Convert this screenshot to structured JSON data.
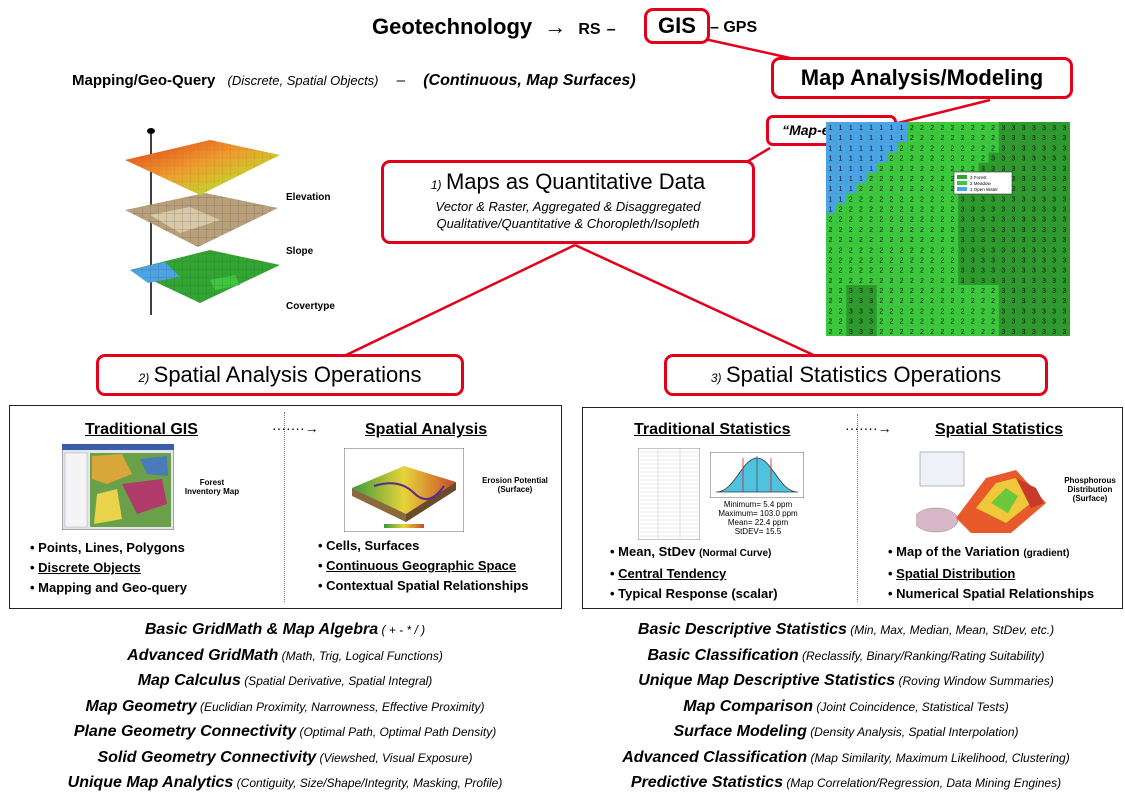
{
  "top": {
    "title": "Geotechnology",
    "arrow": "→",
    "rs": "RS",
    "gis": "GIS",
    "gps": "GPS",
    "mapping": "Mapping/Geo-Query",
    "mapping_note": "(Discrete, Spatial Objects)",
    "dash": "–",
    "continuous": "(Continuous, Map Surfaces)",
    "map_analysis": "Map Analysis/Modeling",
    "mapematics": "“Map-ematics”"
  },
  "layers": {
    "elevation": "Elevation",
    "slope": "Slope",
    "covertype": "Covertype"
  },
  "grid_legend": [
    "3 Forest",
    "2 Meadow",
    "1 Open Water"
  ],
  "quant": {
    "number": "1)",
    "title": "Maps as Quantitative Data",
    "line1": "Vector & Raster, Aggregated & Disaggregated",
    "line2": "Qualitative/Quantitative & Choropleth/Isopleth"
  },
  "spatial_analysis": {
    "number": "2)",
    "title": "Spatial Analysis Operations",
    "left_header": "Traditional GIS",
    "right_header": "Spatial Analysis",
    "left_caption": "Forest Inventory Map",
    "right_caption": "Erosion Potential (Surface)",
    "left_bullets": [
      "Points, Lines, Polygons",
      "Discrete Objects",
      "Mapping and Geo-query"
    ],
    "right_bullets": [
      "Cells, Surfaces",
      "Continuous Geographic Space",
      "Contextual Spatial Relationships"
    ]
  },
  "spatial_statistics": {
    "number": "3)",
    "title": "Spatial Statistics Operations",
    "left_header": "Traditional Statistics",
    "right_header": "Spatial Statistics",
    "stats": [
      "Minimum= 5.4 ppm",
      "Maximum= 103.0 ppm",
      "Mean= 22.4 ppm",
      "StDEV= 15.5"
    ],
    "right_caption": "Phosphorous Distribution (Surface)",
    "left_bullets": [
      "Mean, StDev",
      "Central Tendency",
      "Typical Response (scalar)"
    ],
    "left_bullet_note": "(Normal Curve)",
    "right_bullets": [
      "Map of the Variation",
      "Spatial Distribution",
      "Numerical Spatial Relationships"
    ],
    "right_bullet_note": "(gradient)"
  },
  "left_list": [
    {
      "name": "Basic GridMath & Map Algebra",
      "detail": "( + - * / )"
    },
    {
      "name": "Advanced GridMath",
      "detail": "(Math, Trig, Logical Functions)"
    },
    {
      "name": "Map Calculus",
      "detail": "(Spatial Derivative, Spatial Integral)"
    },
    {
      "name": "Map Geometry",
      "detail": "(Euclidian Proximity, Narrowness, Effective Proximity)"
    },
    {
      "name": "Plane Geometry Connectivity",
      "detail": "(Optimal Path, Optimal Path Density)"
    },
    {
      "name": "Solid Geometry Connectivity",
      "detail": "(Viewshed, Visual Exposure)"
    },
    {
      "name": "Unique Map Analytics",
      "detail": "(Contiguity, Size/Shape/Integrity, Masking, Profile)"
    }
  ],
  "right_list": [
    {
      "name": "Basic Descriptive Statistics",
      "detail": "(Min, Max, Median, Mean, StDev, etc.)"
    },
    {
      "name": "Basic Classification",
      "detail": "(Reclassify, Binary/Ranking/Rating Suitability)"
    },
    {
      "name": "Unique Map Descriptive Statistics",
      "detail": "(Roving Window Summaries)"
    },
    {
      "name": "Map Comparison",
      "detail": "(Joint Coincidence, Statistical Tests)"
    },
    {
      "name": "Surface Modeling",
      "detail": "(Density Analysis, Spatial Interpolation)"
    },
    {
      "name": "Advanced Classification",
      "detail": "(Map Similarity, Maximum Likelihood, Clustering)"
    },
    {
      "name": "Predictive Statistics",
      "detail": "(Map Correlation/Regression, Data Mining Engines)"
    }
  ],
  "colors": {
    "accent_red": "#e3001b",
    "forest": "#3cc83c",
    "meadow": "#2fa62f",
    "water": "#4aa3e6"
  }
}
